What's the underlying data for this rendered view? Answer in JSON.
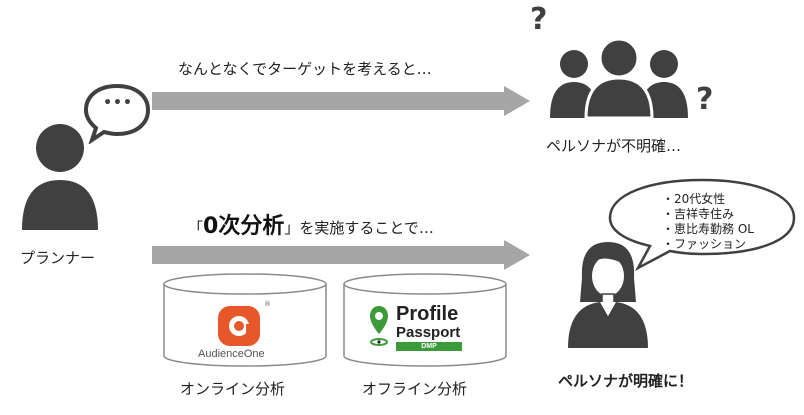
{
  "top_arrow_label": "なんとなくでターゲットを考えると…",
  "top_result_label": "ペルソナが不明確…",
  "bottom_arrow": {
    "open_bracket": "「",
    "highlight": "0次分析",
    "close_bracket": "」",
    "rest": "を実施することで…"
  },
  "planner_label": "プランナー",
  "speech_dots": "•••",
  "question_marks": [
    "?",
    "?"
  ],
  "persona_traits": [
    "・20代女性",
    "・吉祥寺住み",
    "・恵比寿勤務 OL",
    "・ファッション"
  ],
  "bottom_result_label": "ペルソナが明確に！",
  "online_logo": {
    "brand": "AudienceOne",
    "registered": "®"
  },
  "offline_logo": {
    "line1": "Profile",
    "line2": "Passport",
    "badge": "DMP"
  },
  "online_caption": "オンライン分析",
  "offline_caption": "オフライン分析",
  "colors": {
    "icon_gray": "#404040",
    "arrow_gray": "#a6a6a6",
    "audience_orange": "#e8572a",
    "passport_green": "#3d9a3a"
  }
}
